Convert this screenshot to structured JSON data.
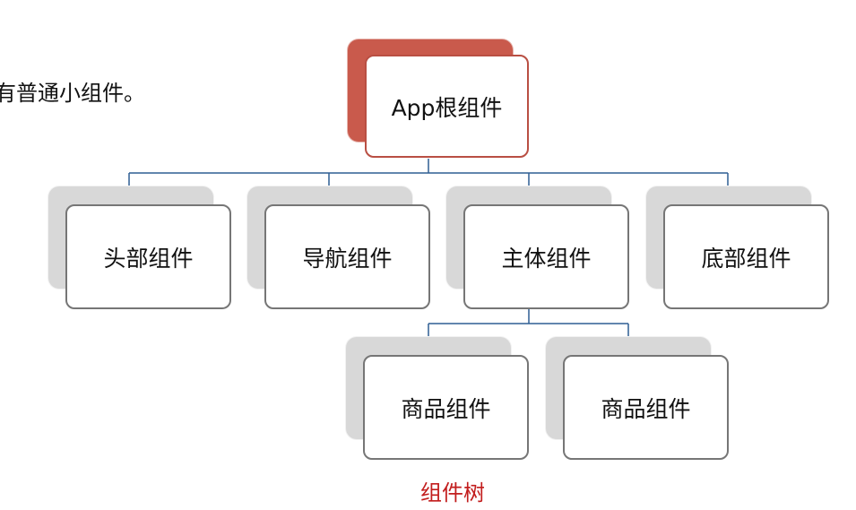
{
  "intro_text_fragment": "有普通小组件。",
  "diagram": {
    "root": {
      "label": "App根组件"
    },
    "children": [
      {
        "label": "头部组件"
      },
      {
        "label": "导航组件"
      },
      {
        "label": "主体组件"
      },
      {
        "label": "底部组件"
      }
    ],
    "grandchildren": [
      {
        "label": "商品组件"
      },
      {
        "label": "商品组件"
      }
    ],
    "caption": "组件树"
  },
  "colors": {
    "root_fill": "#c95a4c",
    "root_border": "#b94f43",
    "node_border": "#767676",
    "node_shadow": "#d8d8d8",
    "connector": "#2f5f93",
    "caption": "#c21d1d"
  }
}
